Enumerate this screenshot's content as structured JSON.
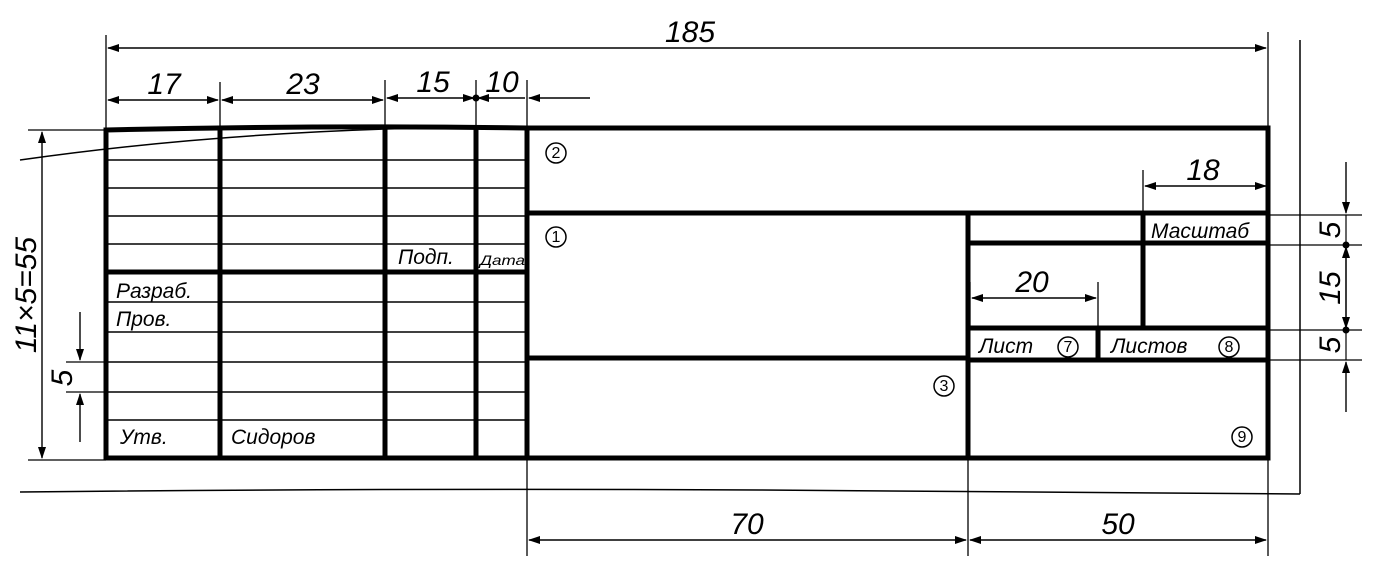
{
  "dimensions": {
    "total_width": "185",
    "col1": "17",
    "col2": "23",
    "col3": "15",
    "col4": "10",
    "height_total": "11×5=55",
    "row_height": "5",
    "scale_col": "18",
    "sheet_cell": "20",
    "right_5a": "5",
    "right_15": "15",
    "right_5b": "5",
    "bottom_70": "70",
    "bottom_50": "50"
  },
  "labels": {
    "podp": "Подп.",
    "data": "Дата",
    "razrab": "Разраб.",
    "prov": "Пров.",
    "utv": "Утв.",
    "sidorov": "Сидоров",
    "masshtab": "Масштаб",
    "list": "Лист",
    "listov": "Листов"
  },
  "markers": {
    "m1": "①",
    "m2": "②",
    "m3": "③",
    "m7": "⑦",
    "m8": "⑧",
    "m9": "⑨"
  }
}
